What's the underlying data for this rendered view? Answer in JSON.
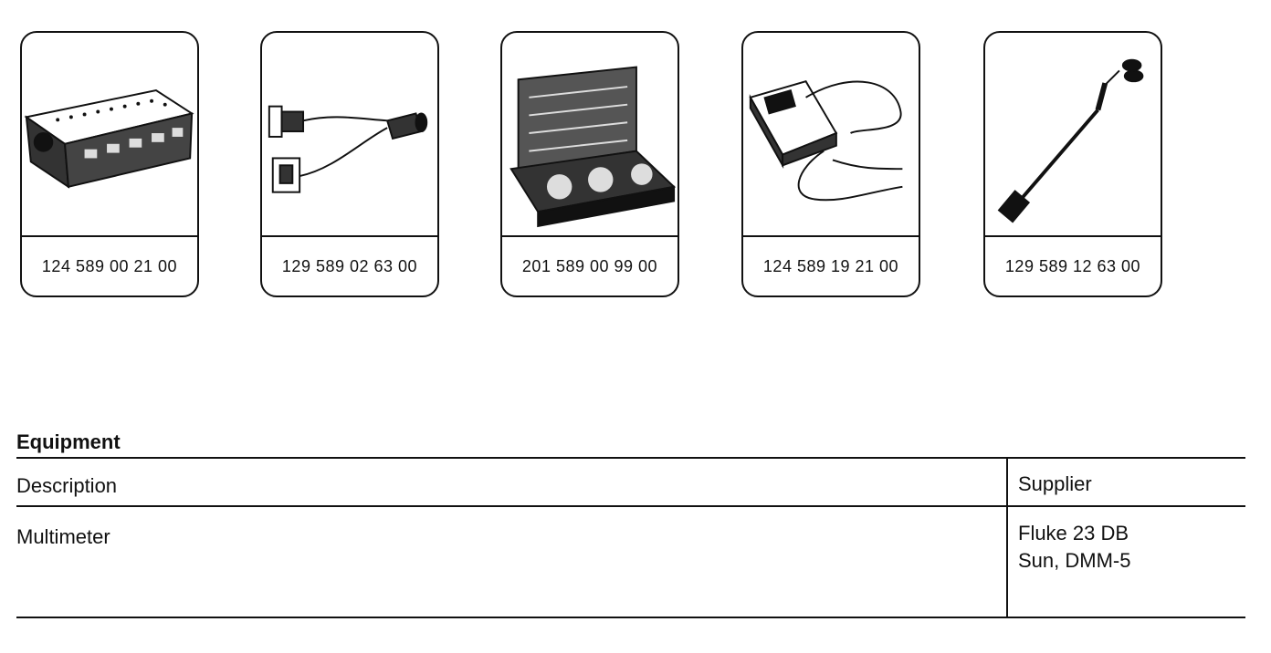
{
  "tools": [
    {
      "part_number": "124 589 00 21 00",
      "icon": "test-box-icon"
    },
    {
      "part_number": "129 589 02 63 00",
      "icon": "adapter-cable-icon"
    },
    {
      "part_number": "201 589 00 99 00",
      "icon": "test-kit-case-icon"
    },
    {
      "part_number": "124 589 19 21 00",
      "icon": "tester-with-leads-icon"
    },
    {
      "part_number": "129 589 12 63 00",
      "icon": "probe-lead-icon"
    }
  ],
  "equipment": {
    "title": "Equipment",
    "headers": {
      "description": "Description",
      "supplier": "Supplier"
    },
    "rows": [
      {
        "description": "Multimeter",
        "supplier": [
          "Fluke 23 DB",
          "Sun, DMM-5"
        ]
      }
    ]
  }
}
